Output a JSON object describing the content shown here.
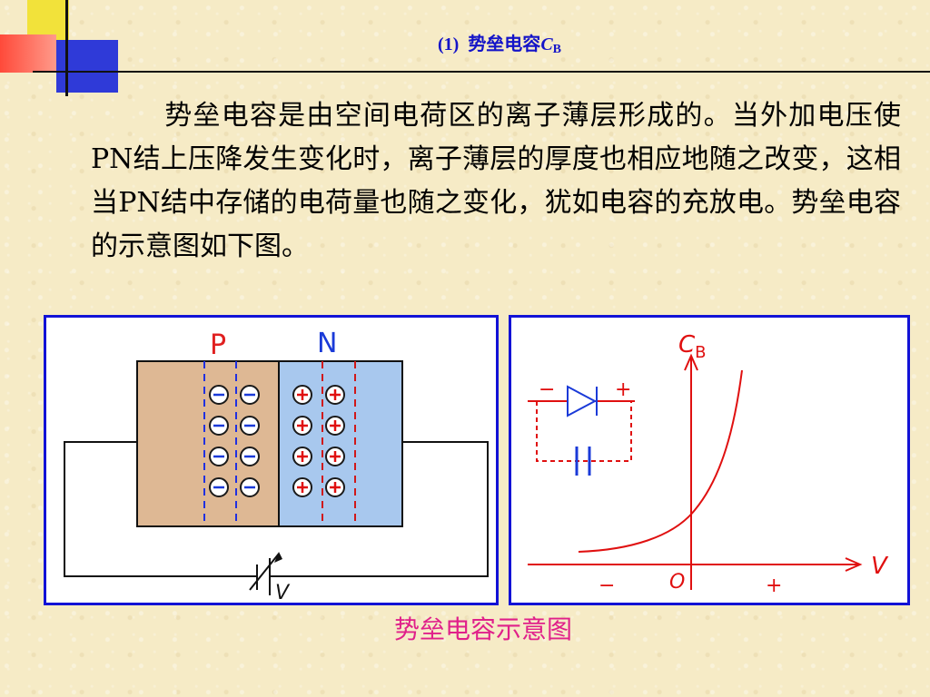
{
  "title": {
    "number": "(1)",
    "text": "势垒电容",
    "symbol": "C",
    "subscript": "B"
  },
  "paragraph": "势垒电容是由空间电荷区的离子薄层形成的。当外加电压使PN结上压降发生变化时，离子薄层的厚度也相应地随之改变，这相当PN结中存储的电荷量也随之变化，犹如电容的充放电。势垒电容的示意图如下图。",
  "pn_diagram": {
    "p_label": "P",
    "n_label": "N",
    "negative_ion": "−",
    "positive_ion": "+",
    "voltage_label": "V",
    "colors": {
      "p_region": "#deb894",
      "n_region": "#a8c8ee",
      "ion_outline": "#1a1a1a",
      "dashed": "#2030e0",
      "dashed_n": "#d01818"
    }
  },
  "cv_graph": {
    "y_label": "C",
    "y_sub": "B",
    "x_label": "V",
    "origin": "O",
    "minus": "−",
    "plus": "+",
    "inset_minus": "−",
    "inset_plus": "+",
    "color": "#e01010"
  },
  "caption": "势垒电容示意图"
}
